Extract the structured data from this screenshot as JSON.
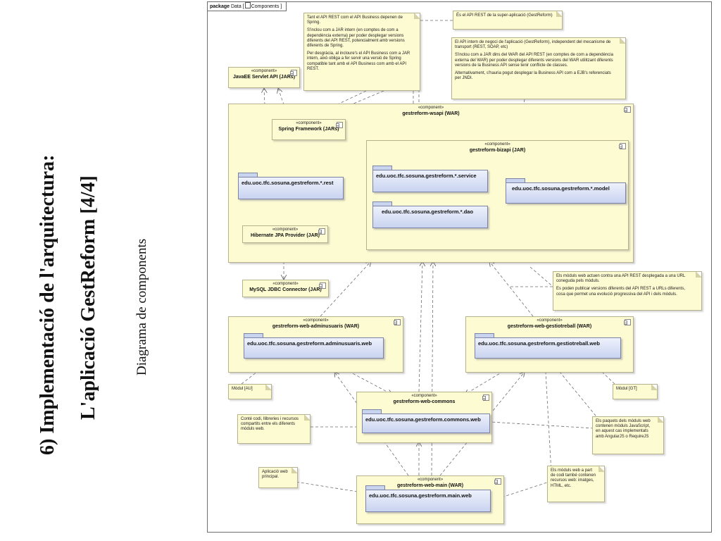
{
  "slide": {
    "title_line1": "6) Implementació de l'arquitectura:",
    "title_line2": "L'aplicació GestReform [4/4]",
    "subtitle": "Diagrama de components"
  },
  "diagram": {
    "frame_keyword": "package",
    "frame_name": "Data",
    "frame_tab_diagram": "Components",
    "stereotype": "«component»",
    "components": {
      "javaee_servlet": "JavaEE Servlet API (JARs)",
      "spring_framework": "Spring Framework (JARs)",
      "wsapi": "gestreform-wsapi (WAR)",
      "bizapi": "gestreform-bizapi (JAR)",
      "hibernate": "Hibernate JPA Provider (JAR)",
      "mysql": "MySQL JDBC Connector (JAR)",
      "adminusuaris": "gestreform-web-adminusuaris (WAR)",
      "gestiotreball": "gestreform-web-gestiotreball (WAR)",
      "commons": "gestreform-web-commons",
      "main": "gestreform-web-main (WAR)"
    },
    "packages": {
      "rest": "edu.uoc.tfc.sosuna.gestreform.*.rest",
      "service": "edu.uoc.tfc.sosuna.gestreform.*.service",
      "dao": "edu.uoc.tfc.sosuna.gestreform.*.dao",
      "model": "edu.uoc.tfc.sosuna.gestreform.*.model",
      "adminusuaris": "edu.uoc.tfc.sosuna.gestreform.adminusuaris.web",
      "gestiotreball": "edu.uoc.tfc.sosuna.gestreform.gestiotreball.web",
      "commons": "edu.uoc.tfc.sosuna.gestreform.commons.web",
      "main": "edu.uoc.tfc.sosuna.gestreform.main.web"
    },
    "notes": {
      "spring_p1": "Tant el API REST com el API Business depenen de Spring.",
      "spring_p2": "S'inclou com a JAR intern (en comptes de com a dependència externa) per poder desplegar versions diferents del API REST, potencialment amb versions diferents de Spring.",
      "spring_p3": "Per desgràcia, al incloure's el API Business com a JAR intern, això obliga a fer servir una versió de Spring compatible tant amb el API Business com amb el API REST.",
      "superapp": "És el API REST de la super-aplicació (GestReform)",
      "bizapi_p1": "El API intern de negoci de l'aplicació (GestReform), independent del mecanisme de transport (REST, SOAP, etc)",
      "bizapi_p2": "S'inclou com a JAR dins del WAR del API REST (en comptes de com a dependència externa del WAR) per poder desplegar diferents versions del WAR utilitzant diferents versions de la Business API sense tenir conflicte de classes.",
      "bizapi_p3": "Alternativament, s'hauria pogut desplegar la Business API com a EJB's referenciats per JNDI.",
      "webmodules_p1": "Els mòduls web actuen contra una API REST desplegada a una URL coneguda pels mòduls.",
      "webmodules_p2": "Es poden publicar versions diferents del API REST a URLs diferents, cosa que permet una evolució progressiva del API i dels mòduls.",
      "modul_au": "Mòdul [AU]",
      "modul_gt": "Mòdul [GT]",
      "commons_note": "Conté codi, llibreries i recursos compartits entre els diferents mòduls web.",
      "js_note": "Els paquets dels mòduls web contenen mòduls JavaScript, en aquest cas implementats amb AngularJS o RequireJS",
      "main_note": "Aplicació web principal.",
      "resources_note": "Els mòduls web a part de codi també contenen recursos web: imatges, HTML, etc."
    }
  },
  "colors": {
    "component_fill": "#fdfbd2",
    "package_fill": "#c9d3f0",
    "line": "#6d6d6d"
  }
}
